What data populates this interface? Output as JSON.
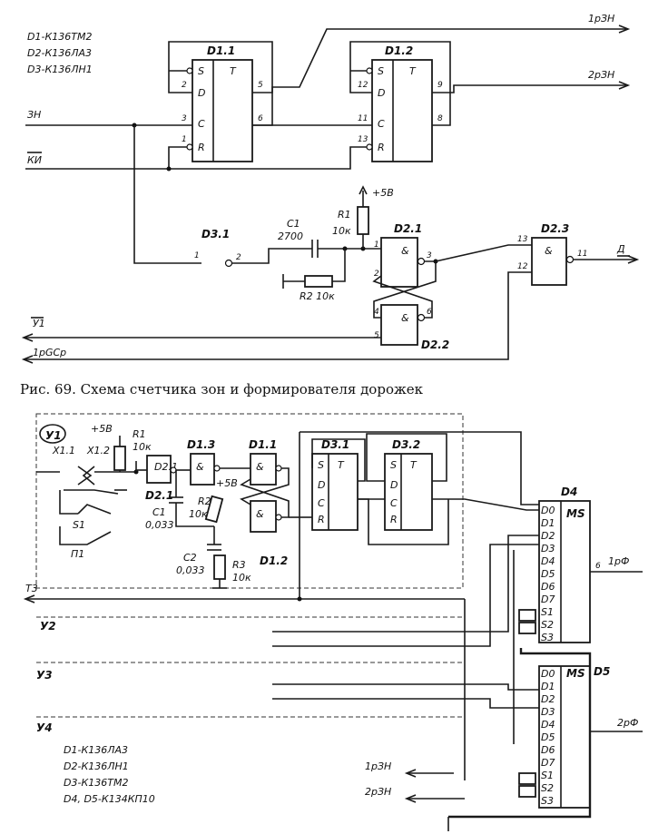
{
  "fig69": {
    "parts": [
      "D1-К136ТМ2",
      "D2-К136ЛА3",
      "D3-К136ЛН1"
    ],
    "inputs": {
      "zn": "ЗН",
      "ki": "КИ",
      "u1": "У1",
      "rgsr": "1рGСр"
    },
    "outputs": {
      "r1zn": "1рЗН",
      "r2zn": "2рЗН",
      "d": "Д"
    },
    "blocks": {
      "d11": "D1.1",
      "d12": "D1.2",
      "d31": "D3.1",
      "d21": "D2.1",
      "d22": "D2.2",
      "d23": "D2.3"
    },
    "components": {
      "r1": "R1",
      "r1v": "10к",
      "r2": "R2 10к",
      "c1": "C1",
      "c1v": "2700",
      "supply": "+5В"
    },
    "pins": {
      "s": "S",
      "d": "D",
      "c": "C",
      "r": "R",
      "t": "T",
      "amp": "&",
      "p1": "1",
      "p2": "2",
      "p3": "3",
      "p4": "4",
      "p5": "5",
      "p6": "6",
      "p8": "8",
      "p9": "9",
      "p11": "11",
      "p12": "12",
      "p13": "13"
    },
    "caption": "Рис. 69.  Схема счетчика зон и формирователя  дорожек"
  },
  "fig70": {
    "parts": [
      "D1-К136ЛА3",
      "D2-К136ЛН1",
      "D3-К136ТМ2",
      "D4, D5-К134КП10"
    ],
    "inputs": {
      "u1": "У1",
      "u2": "У2",
      "u3": "У3",
      "u4": "У4",
      "t3": "Т3"
    },
    "outputs": {
      "r1f": "1рФ",
      "r2f": "2рФ",
      "r1zn": "1рЗН",
      "r2zn": "2рЗН"
    },
    "blocks": {
      "d13": "D1.3",
      "d11": "D1.1",
      "d12": "D1.2",
      "d21": "D2.1",
      "d31": "D3.1",
      "d32": "D3.2",
      "d4": "D4",
      "d5": "D5",
      "ms": "MS"
    },
    "components": {
      "supply": "+5В",
      "supply2": "+5В",
      "r1": "R1",
      "r1v": "10к",
      "r2": "R2",
      "r2v": "10к",
      "r3": "R3",
      "r3v": "10к",
      "c1": "C1",
      "c1v": "0,033",
      "c2": "C2",
      "c2v": "0,033",
      "x11": "X1.1",
      "x12": "X1.2",
      "s1": "S1",
      "p1": "П1"
    },
    "mux_pins": [
      "D0",
      "D1",
      "D2",
      "D3",
      "D4",
      "D5",
      "D6",
      "D7"
    ],
    "sel_pins": [
      "S1",
      "S2",
      "S3"
    ]
  }
}
